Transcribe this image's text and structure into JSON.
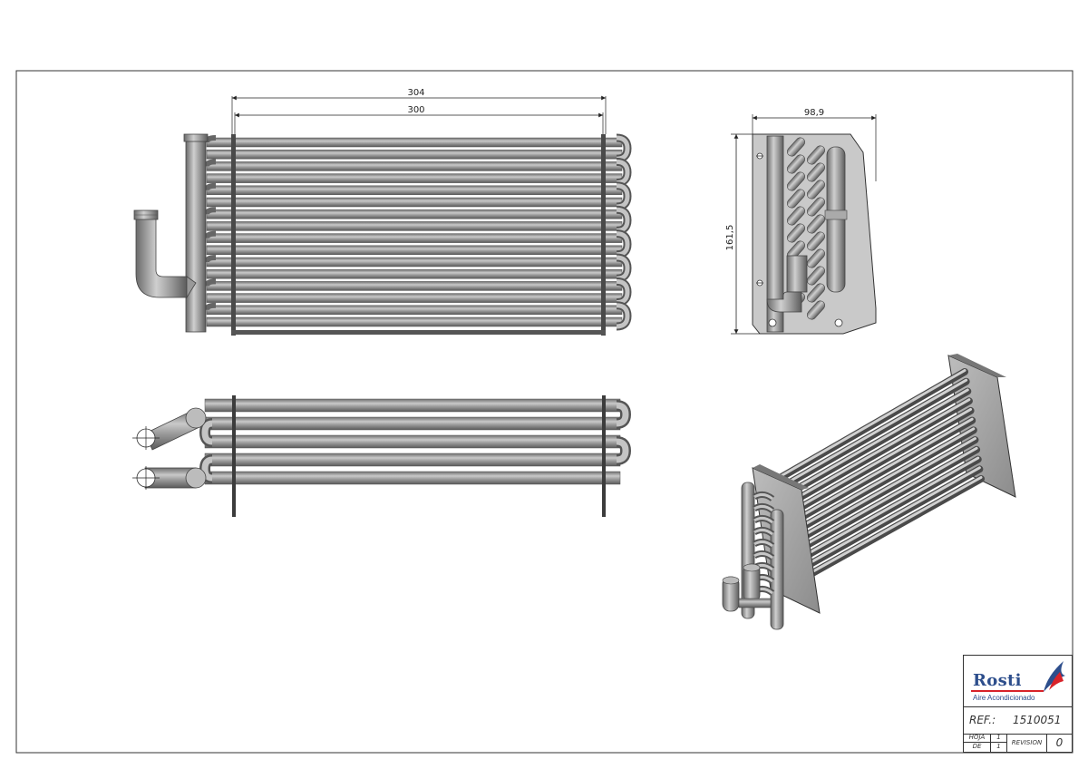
{
  "dimensions": {
    "overall_length": "304",
    "core_length": "300",
    "depth": "98,9",
    "height": "161,5"
  },
  "title_block": {
    "brand": "Rosti",
    "tagline": "Aire Acondicionado",
    "ref_label": "REF.:",
    "ref_value": "1510051",
    "hoja_label": "HOJA",
    "hoja_value": "1",
    "de_label": "DE",
    "de_value": "1",
    "revision_label": "REVISION",
    "revision_value": "0"
  },
  "colors": {
    "brand_blue": "#2d4e8c",
    "brand_red": "#d8232a",
    "tube_gray": "#8a8a8a",
    "line": "#222222"
  }
}
